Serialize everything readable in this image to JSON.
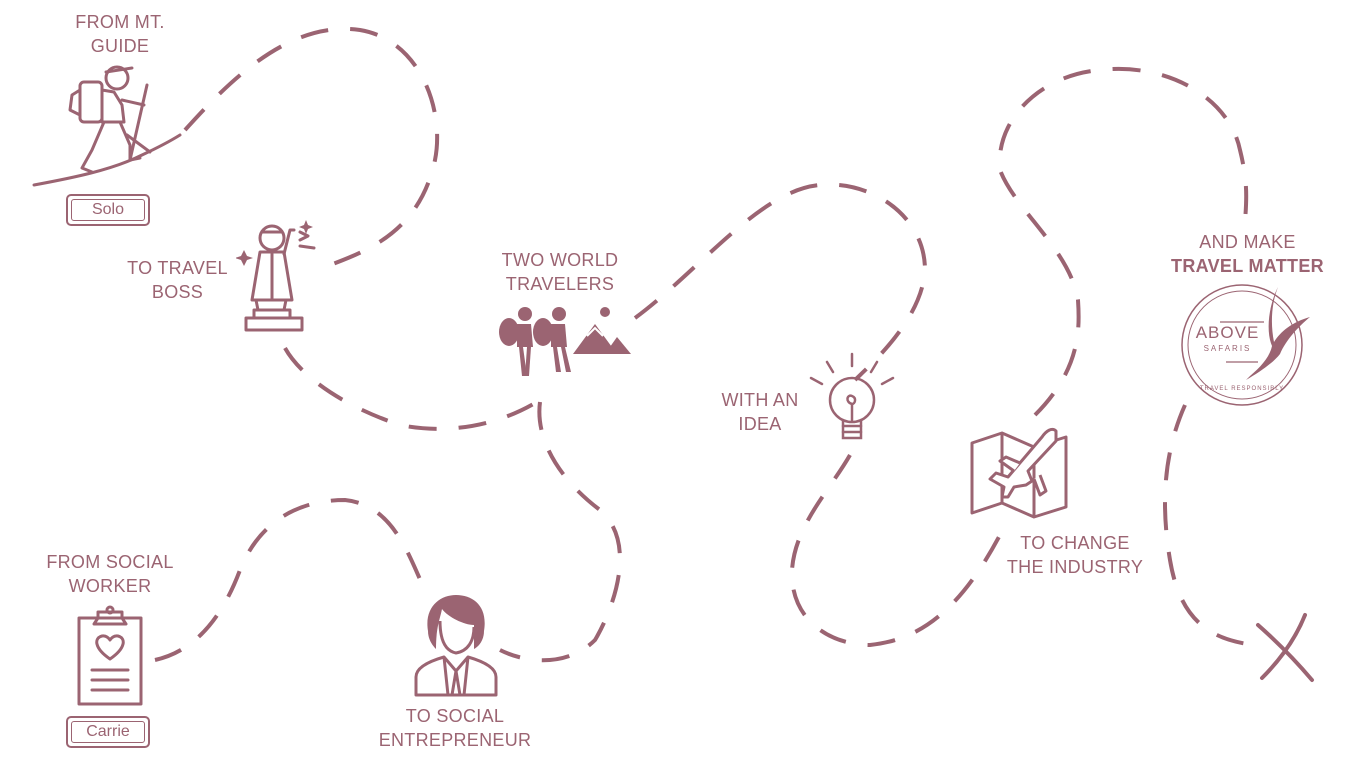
{
  "labels": {
    "mt_guide": [
      "FROM MT.",
      "GUIDE"
    ],
    "travel_boss": [
      "TO TRAVEL",
      "BOSS"
    ],
    "two_world": [
      "TWO WORLD",
      "TRAVELERS"
    ],
    "idea": [
      "WITH AN",
      "IDEA"
    ],
    "change": [
      "TO CHANGE",
      "THE INDUSTRY"
    ],
    "make": [
      "AND MAKE",
      "TRAVEL MATTER"
    ],
    "social_worker": [
      "FROM SOCIAL",
      "WORKER"
    ],
    "entrepreneur": [
      "TO SOCIAL",
      "ENTREPRENEUR"
    ]
  },
  "tags": {
    "solo": "Solo",
    "carrie": "Carrie"
  },
  "logo": {
    "name": "ABOVE",
    "sub": "SAFARIS",
    "ring": "TRAVEL RESPONSIBLY"
  },
  "colors": {
    "accent": "#9b6472"
  }
}
